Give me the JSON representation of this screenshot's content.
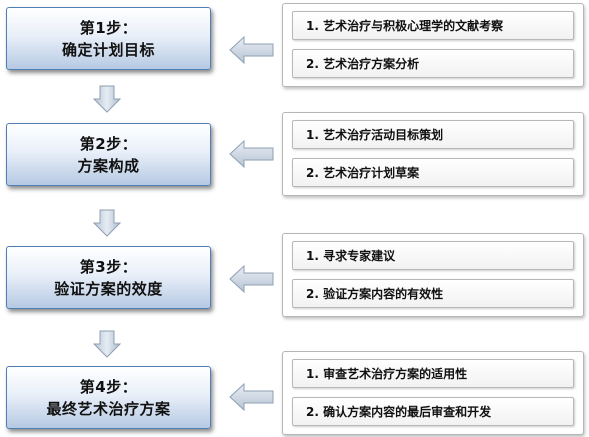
{
  "steps": [
    {
      "title": "第1步：",
      "subtitle": "确定计划目标",
      "items": [
        "1. 艺术治疗与积极心理学的文献考察",
        "2. 艺术治疗方案分析"
      ]
    },
    {
      "title": "第2步：",
      "subtitle": "方案构成",
      "items": [
        "1. 艺术治疗活动目标策划",
        "2. 艺术治疗计划草案"
      ]
    },
    {
      "title": "第3步：",
      "subtitle": "验证方案的效度",
      "items": [
        "1. 寻求专家建议",
        "2. 验证方案内容的有效性"
      ]
    },
    {
      "title": "第4步：",
      "subtitle": "最终艺术治疗方案",
      "items": [
        "1. 审查艺术治疗方案的适用性",
        "2. 确认方案内容的最后审查和开发"
      ]
    }
  ],
  "colors": {
    "step_border": "#4f7fb4",
    "step_fill_top": "#ffffff",
    "step_fill_bottom": "#b6c9e3",
    "arrow_fill": "#d3dde9",
    "arrow_stroke": "#8f9fb3"
  }
}
